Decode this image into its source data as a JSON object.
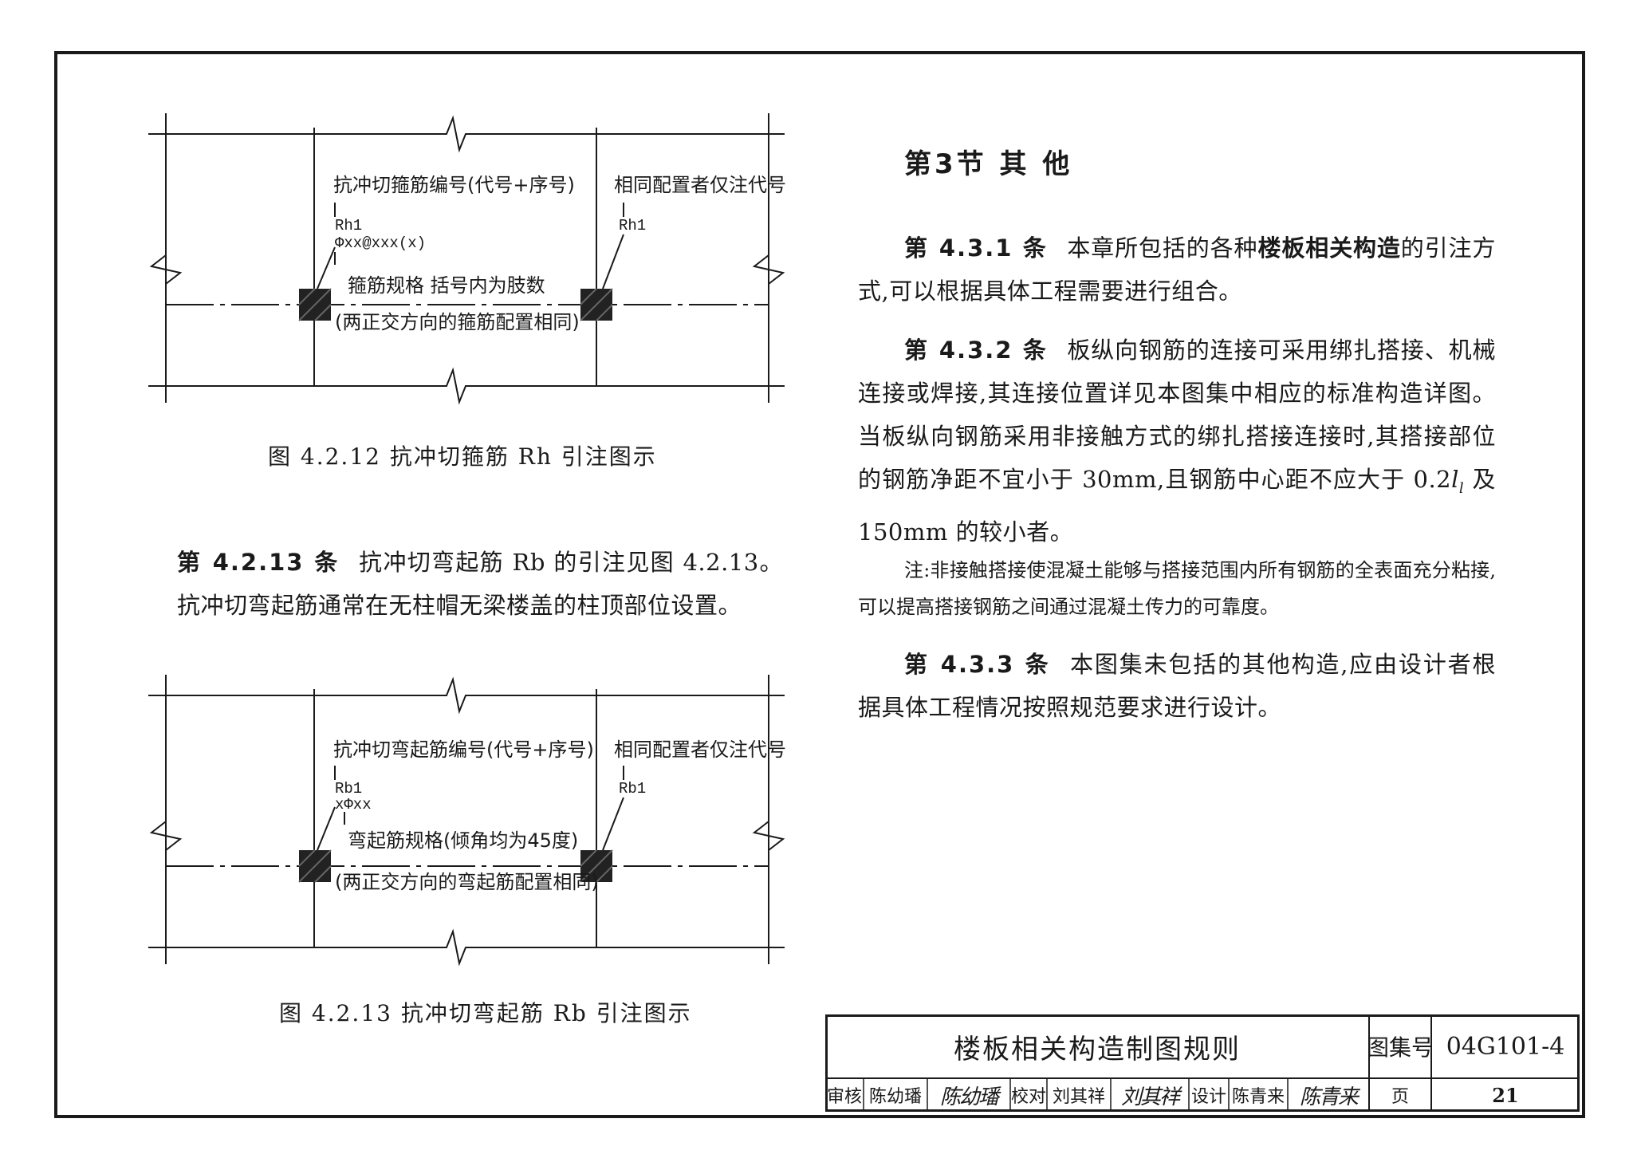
{
  "figure_12": {
    "label_number": "抗冲切箍筋编号(代号+序号)",
    "label_same": "相同配置者仅注代号",
    "code_left": "Rh1",
    "spec": "Φxx@xxx(x)",
    "label_spec": "箍筋规格  括号内为肢数",
    "label_both": "(两正交方向的箍筋配置相同)",
    "code_right": "Rh1",
    "caption": "图 4.2.12  抗冲切箍筋 Rh 引注图示"
  },
  "clause_4_2_13": {
    "label": "第 4.2.13 条",
    "text": "抗冲切弯起筋 Rb 的引注见图 4.2.13。抗冲切弯起筋通常在无柱帽无梁楼盖的柱顶部位设置。"
  },
  "figure_13": {
    "label_number": "抗冲切弯起筋编号(代号+序号)",
    "label_same": "相同配置者仅注代号",
    "code_left": "Rb1",
    "spec": "xΦxx",
    "label_spec": "弯起筋规格(倾角均为45度)",
    "label_both": "(两正交方向的弯起筋配置相同)",
    "code_right": "Rb1",
    "caption": "图 4.2.13  抗冲切弯起筋 Rb 引注图示"
  },
  "section": {
    "title": "第3节  其 他"
  },
  "clause_4_3_1": {
    "label": "第 4.3.1 条",
    "text_a": "本章所包括的各种",
    "text_bold": "楼板相关构造",
    "text_b": "的引注方式,可以根据具体工程需要进行组合。"
  },
  "clause_4_3_2": {
    "label": "第 4.3.2 条",
    "text": "板纵向钢筋的连接可采用绑扎搭接、机械连接或焊接,其连接位置详见本图集中相应的标准构造详图。当板纵向钢筋采用非接触方式的绑扎搭接连接时,其搭接部位的钢筋净距不宜小于 30mm,且钢筋中心距不应大于 0.2",
    "symbol": "l",
    "subscript": "l",
    "text_end": " 及 150mm 的较小者。"
  },
  "note": {
    "text": "注:非接触搭接使混凝土能够与搭接范围内所有钢筋的全表面充分粘接,可以提高搭接钢筋之间通过混凝土传力的可靠度。"
  },
  "clause_4_3_3": {
    "label": "第 4.3.3 条",
    "text": "本图集未包括的其他构造,应由设计者根据具体工程情况按照规范要求进行设计。"
  },
  "title_block": {
    "drawing_title": "楼板相关构造制图规则",
    "set_no_label": "图集号",
    "set_no": "04G101-4",
    "review_label": "审核",
    "reviewer": "陈幼璠",
    "reviewer_sig": "陈幼璠",
    "check_label": "校对",
    "checker": "刘其祥",
    "checker_sig": "刘其祥",
    "design_label": "设计",
    "designer": "陈青来",
    "designer_sig": "陈青来",
    "page_label": "页",
    "page_no": "21"
  }
}
